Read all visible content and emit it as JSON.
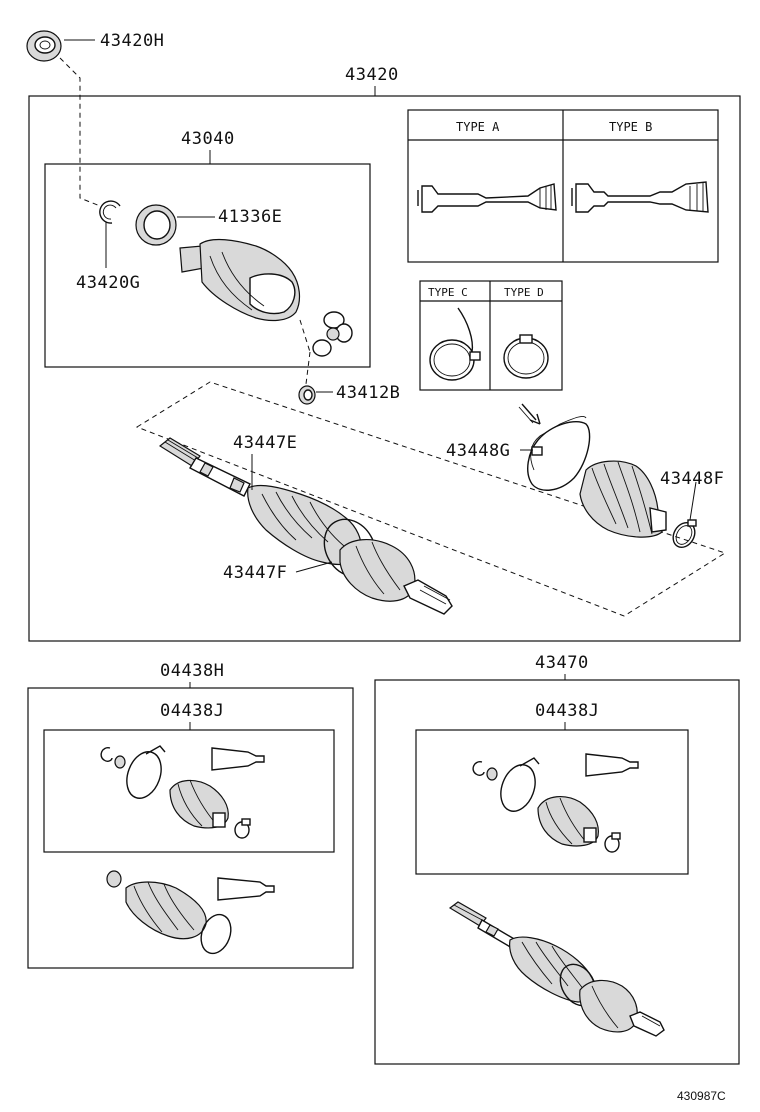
{
  "labels": {
    "p43420H": "43420H",
    "p43420": "43420",
    "p43040": "43040",
    "p41336E": "41336E",
    "p43420G": "43420G",
    "p43412B": "43412B",
    "p43447E": "43447E",
    "p43447F": "43447F",
    "p43448G": "43448G",
    "p43448F": "43448F",
    "p04438H": "04438H",
    "p04438J_left": "04438J",
    "p43470": "43470",
    "p04438J_right": "04438J"
  },
  "types": {
    "a": "TYPE  A",
    "b": "TYPE  B",
    "c": "TYPE  C",
    "d": "TYPE  D"
  },
  "catalog_code": "430987C"
}
